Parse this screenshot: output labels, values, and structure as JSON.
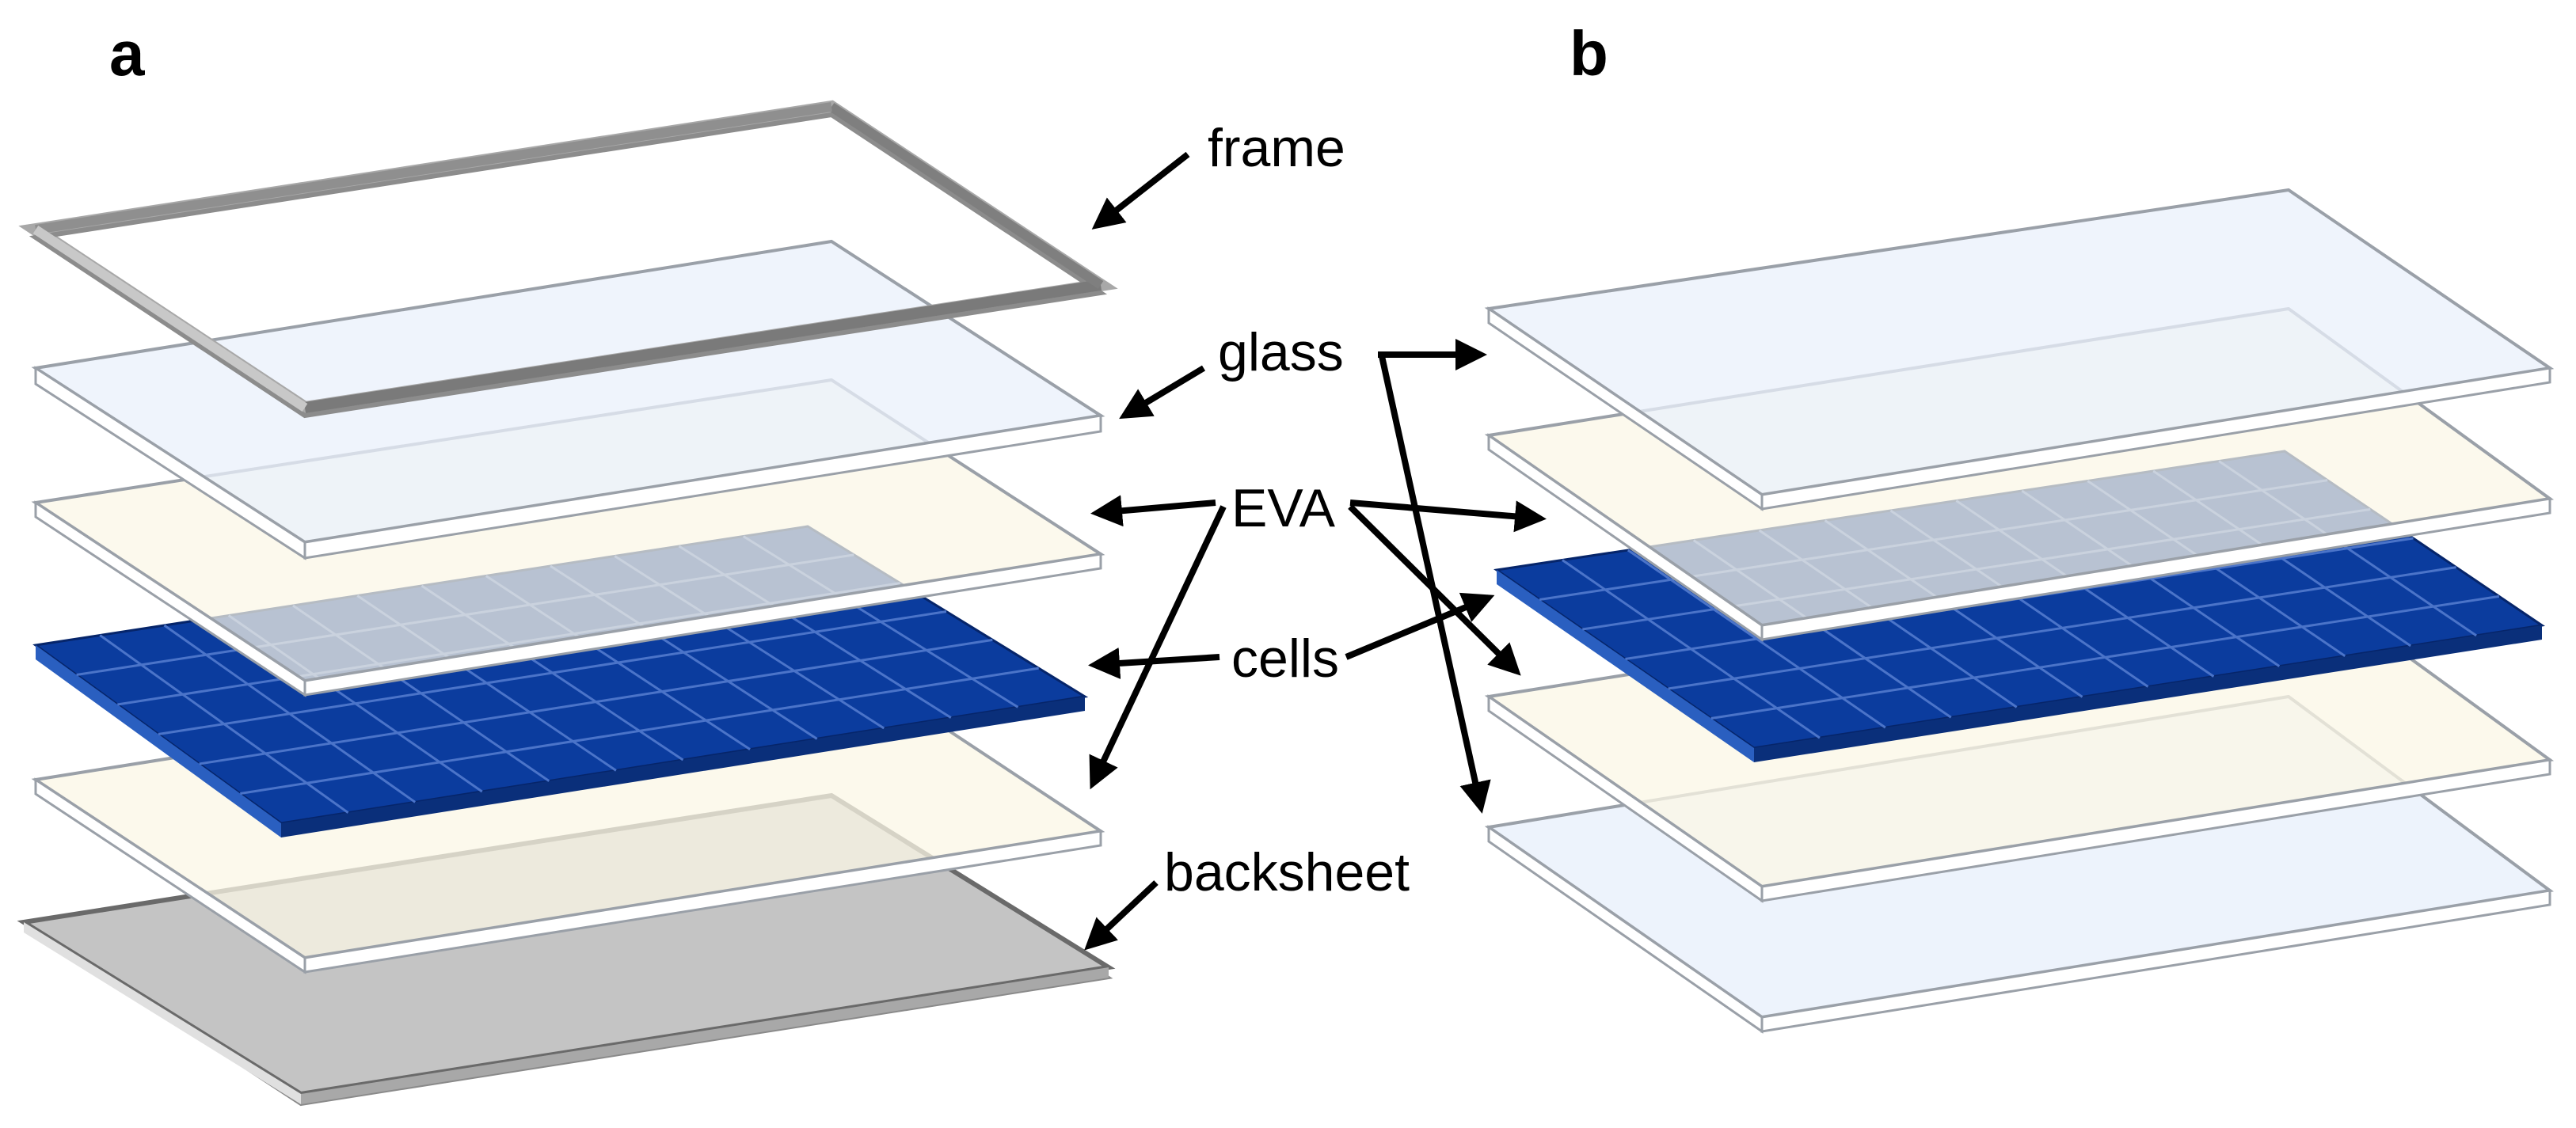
{
  "panels": {
    "a": {
      "letter": "a",
      "layers": [
        "frame",
        "glass",
        "eva",
        "cells",
        "eva",
        "backsheet"
      ]
    },
    "b": {
      "letter": "b",
      "layers": [
        "glass",
        "eva",
        "cells",
        "eva",
        "glass"
      ]
    }
  },
  "labels": {
    "frame": "frame",
    "glass": "glass",
    "eva": "EVA",
    "cells": "cells",
    "backsheet": "backsheet"
  },
  "colors": {
    "frame": "#9a9a9a",
    "glass": "#e9f0fb",
    "eva": "#fbf7e6",
    "cells": "#0a3aa0",
    "cell_top": "#7d93c4",
    "backsheet": "#bfbfbf",
    "outline": "#9aa0a8"
  },
  "cell_grid": {
    "rows": 6,
    "cols": 12
  }
}
